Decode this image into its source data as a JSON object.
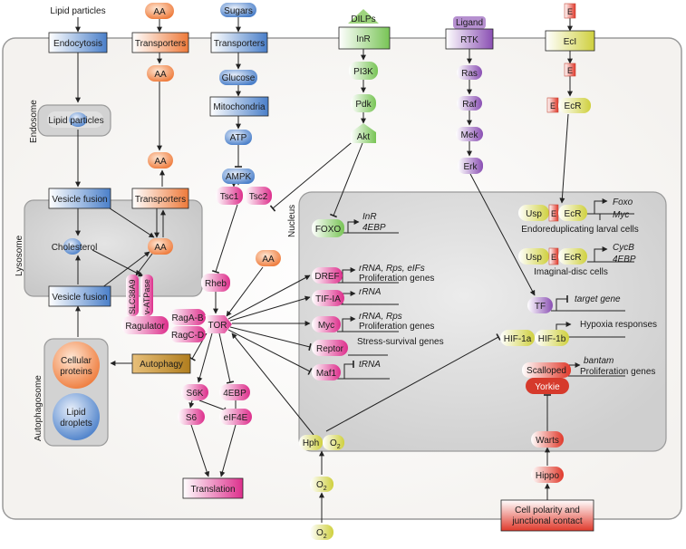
{
  "compartments": {
    "endosome": "Endosome",
    "lysosome": "Lysosome",
    "nucleus": "Nucleus",
    "autophagosome": "Autophagosome"
  },
  "inputs": {
    "lipid_particles_top": "Lipid particles",
    "aa_top": "AA",
    "sugars": "Sugars",
    "dilps": "DILPs",
    "ligand": "Ligand",
    "e_top": "E",
    "o2_bottom": "O",
    "o2_sub": "2"
  },
  "nodes": {
    "endocytosis": "Endocytosis",
    "transporters_aa": "Transporters",
    "aa_mid": "AA",
    "aa_lys_top": "AA",
    "transporters_sugar": "Transporters",
    "glucose": "Glucose",
    "mitochondria": "Mitochondria",
    "atp": "ATP",
    "ampk": "AMPK",
    "inr": "InR",
    "pi3k": "PI3K",
    "pdk": "Pdk",
    "akt": "Akt",
    "rtk": "RTK",
    "ras": "Ras",
    "raf": "Raf",
    "mek": "Mek",
    "erk": "Erk",
    "eci": "EcI",
    "e_mid": "E",
    "e_ecr": "E",
    "ecr_top": "EcR",
    "lipid_particles_endo": "Lipid particles",
    "vesicle_fusion_1": "Vesicle fusion",
    "transporters_lys": "Transporters",
    "cholesterol": "Cholesterol",
    "aa_lys": "AA",
    "vesicle_fusion_2": "Vesicle fusion",
    "slc38a9": "SLC38A9",
    "v_atpase": "v-ATPase",
    "tsc1": "Tsc1",
    "tsc2": "Tsc2",
    "rheb": "Rheb",
    "aa_tor": "AA",
    "ragulator": "Ragulator",
    "raga_b": "RagA-B",
    "ragc_d": "RagC-D",
    "tor": "TOR",
    "autophagy": "Autophagy",
    "cellular_proteins": "Cellular proteins",
    "lipid_droplets": "Lipid droplets",
    "s6k": "S6K",
    "ebp_4": "4EBP",
    "s6": "S6",
    "eif4e": "eIF4E",
    "translation": "Translation",
    "foxo": "FOXO",
    "dref": "DREF",
    "tif_ia": "TIF-IA",
    "myc": "Myc",
    "reptor": "Reptor",
    "maf1": "Maf1",
    "usp_1": "Usp",
    "e_1": "E",
    "ecr_1": "EcR",
    "usp_2": "Usp",
    "e_2": "E",
    "ecr_2": "EcR",
    "tf": "TF",
    "hif_1a": "HIF-1a",
    "hif_1b": "HIF-1b",
    "scalloped": "Scalloped",
    "yorkie": "Yorkie",
    "warts": "Warts",
    "hippo": "Hippo",
    "cell_polarity": "Cell polarity and junctional contact",
    "hph": "Hph",
    "o2_hph": "O",
    "o2_mid": "O",
    "o2_sub": "2"
  },
  "gene_labels": {
    "foxo_targets_1": "InR",
    "foxo_targets_2": "4EBP",
    "dref_targets": "rRNA, Rps, eIFs",
    "dref_prolif": "Proliferation genes",
    "tif_targets": "rRNA",
    "myc_targets": "rRNA, Rps",
    "myc_prolif": "Proliferation genes",
    "reptor_targets": "Stress-survival genes",
    "maf1_targets": "tRNA",
    "ecr1_foxo": "Foxo",
    "ecr1_myc": "Myc",
    "endored": "Endoreduplicating larval cells",
    "ecr2_cycb": "CycB",
    "ecr2_4ebp": "4EBP",
    "imaginal": "Imaginal-disc cells",
    "tf_target": "target gene",
    "hypoxia": "Hypoxia responses",
    "bantam": "bantam",
    "yorkie_prolif": "Proliferation genes"
  },
  "colors": {
    "blue": "#4a7fc9",
    "orange": "#ee7a3a",
    "green": "#78c455",
    "purple": "#8a4fb3",
    "magenta": "#dd2f8c",
    "yellow": "#cfd03e",
    "red": "#e0392b",
    "gray": "#c9c9c9",
    "autophagy": "#c7932a"
  }
}
